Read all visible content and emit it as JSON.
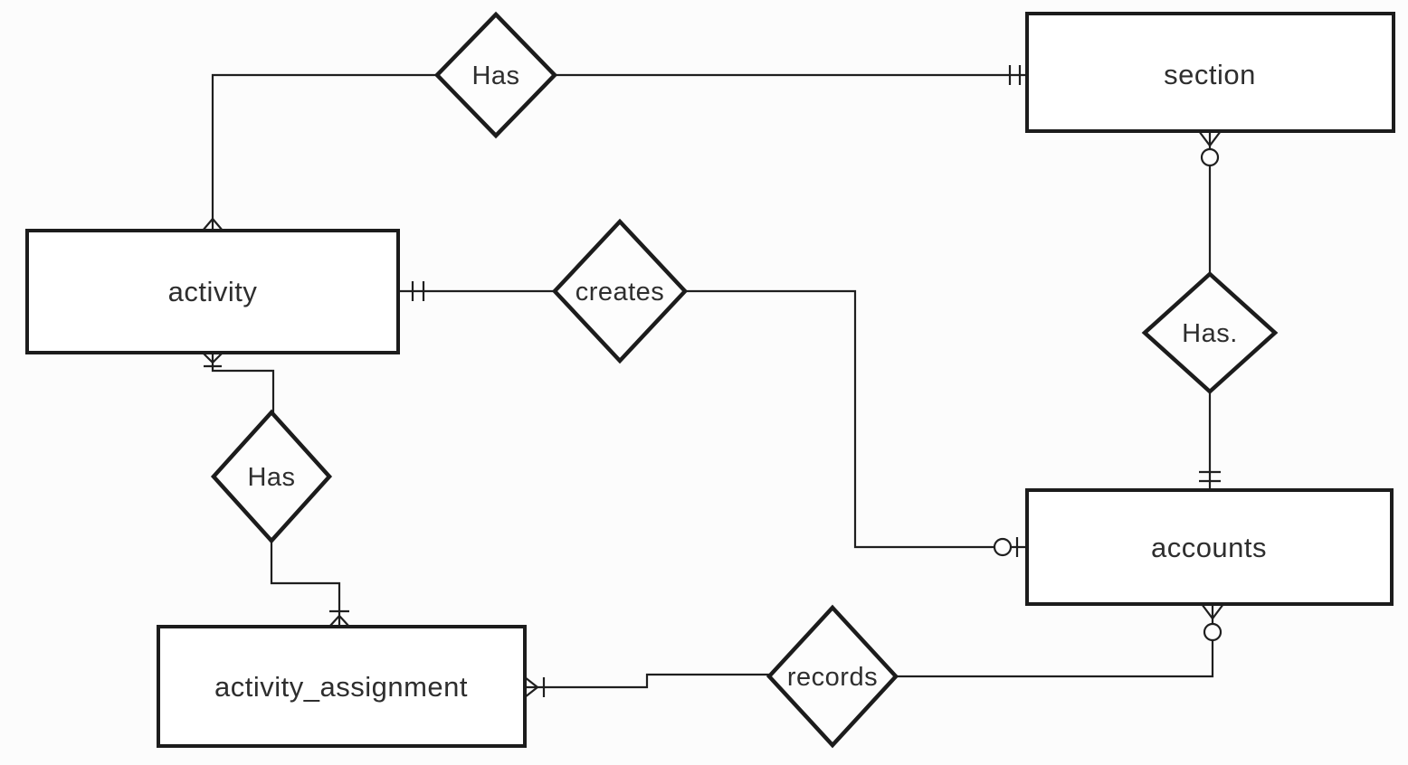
{
  "diagram": {
    "type": "entity-relationship-diagram",
    "notation": "chen-diamonds-with-crows-foot-cardinality",
    "colors": {
      "background": "#fcfcfc",
      "shape_fill": "#ffffff",
      "line": "#1f1f1f",
      "text": "#2e2e2e"
    },
    "entities": [
      {
        "id": "section",
        "label": "section"
      },
      {
        "id": "activity",
        "label": "activity"
      },
      {
        "id": "accounts",
        "label": "accounts"
      },
      {
        "id": "activity_assignment",
        "label": "activity_assignment"
      }
    ],
    "relationships": [
      {
        "id": "has-top",
        "label": "Has",
        "connects": [
          "activity",
          "section"
        ],
        "activity_end": "many (crow's foot)",
        "section_end": "one and only one (double tick)"
      },
      {
        "id": "creates",
        "label": "creates",
        "connects": [
          "activity",
          "accounts"
        ],
        "activity_end": "one and only one (double tick)",
        "accounts_end": "zero or one (circle + tick)"
      },
      {
        "id": "has-right",
        "label": "Has.",
        "connects": [
          "section",
          "accounts"
        ],
        "section_end": "zero or many (crow's foot + circle)",
        "accounts_end": "one and only one (double tick)"
      },
      {
        "id": "has-left",
        "label": "Has",
        "connects": [
          "activity",
          "activity_assignment"
        ],
        "activity_end": "one or many (crow's foot + tick)",
        "activity_assignment_end": "one or many (tick + crow's foot)"
      },
      {
        "id": "records",
        "label": "records",
        "connects": [
          "activity_assignment",
          "accounts"
        ],
        "activity_assignment_end": "one or many (crow's foot + tick)",
        "accounts_end": "zero or many (crow's foot + circle)"
      }
    ]
  }
}
